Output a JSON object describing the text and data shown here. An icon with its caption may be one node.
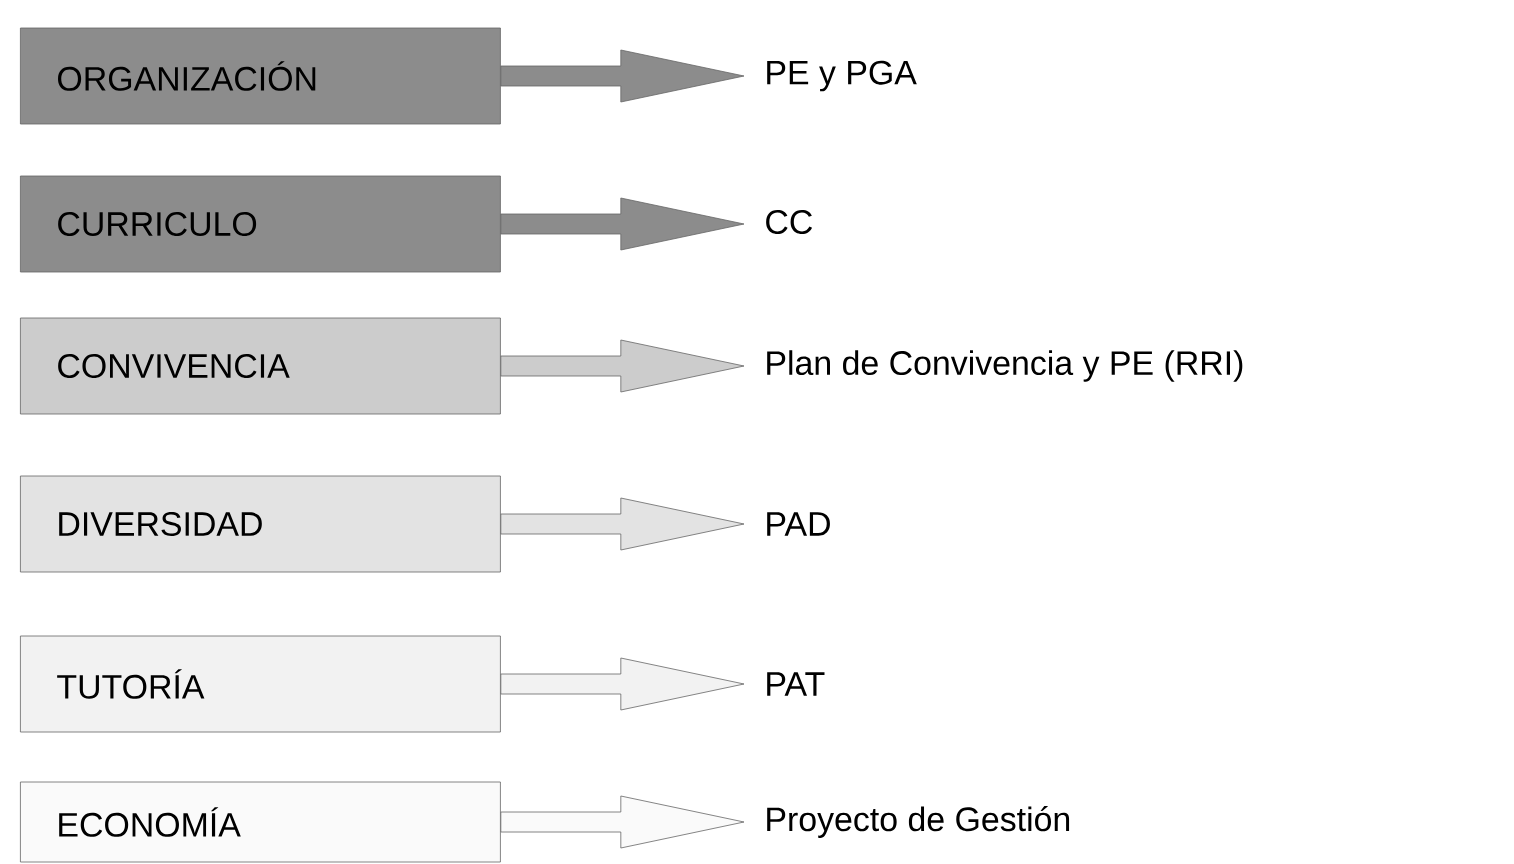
{
  "diagram": {
    "nodes": [
      {
        "text": [
          "ORGANIZACIÓN"
        ]
      },
      {
        "text": [
          "CURRICULO"
        ]
      },
      {
        "text": [
          "CONVIVENCIA"
        ]
      },
      {
        "text": [
          "DIVERSIDAD"
        ]
      },
      {
        "text": [
          "TUTORÍA"
        ]
      },
      {
        "text": [
          "ECONOMÍA"
        ]
      },
      {
        "text": [
          "PE y PGA"
        ]
      },
      {
        "text": [
          "CC"
        ]
      },
      {
        "text": [
          "Plan de Convivencia y PE (RRI)"
        ]
      },
      {
        "text": [
          "PAD"
        ]
      },
      {
        "text": [
          "PAT"
        ]
      },
      {
        "text": [
          "Proyecto de Gestión"
        ]
      }
    ],
    "edges": [
      {
        "from": 0,
        "to": 6,
        "arrow": "to"
      },
      {
        "from": 1,
        "to": 7,
        "arrow": "to"
      },
      {
        "from": 2,
        "to": 8,
        "arrow": "to"
      },
      {
        "from": 3,
        "to": 9,
        "arrow": "to"
      },
      {
        "from": 4,
        "to": 10,
        "arrow": "to"
      },
      {
        "from": 5,
        "to": 11,
        "arrow": "to"
      }
    ]
  }
}
